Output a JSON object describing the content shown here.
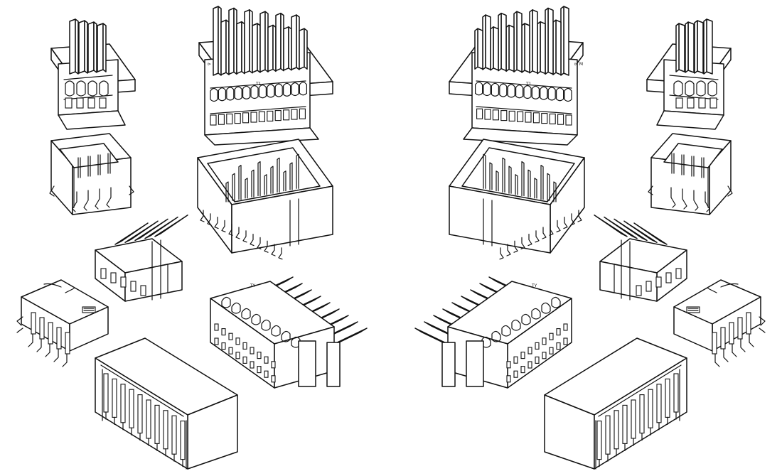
{
  "figure": {
    "background": "#ffffff",
    "line_color": "#111111"
  },
  "connectors": [
    {
      "id": "plug-4pin-left",
      "kind": "wire-to-board plug",
      "pins": 4
    },
    {
      "id": "plug-12pin-left",
      "kind": "wire-to-board plug",
      "pins": 12
    },
    {
      "id": "plug-12pin-right",
      "kind": "wire-to-board plug",
      "pins": 12
    },
    {
      "id": "plug-4pin-right",
      "kind": "wire-to-board plug",
      "pins": 4
    },
    {
      "id": "header-4pin-left",
      "kind": "SMT header",
      "pins": 4
    },
    {
      "id": "header-12pin-left",
      "kind": "SMT header",
      "pins": 12
    },
    {
      "id": "header-12pin-right",
      "kind": "SMT header",
      "pins": 12
    },
    {
      "id": "header-4pin-right",
      "kind": "SMT header",
      "pins": 4
    },
    {
      "id": "receptacle-5pin-left",
      "kind": "crimp receptacle",
      "pins": 5
    },
    {
      "id": "receptacle-5pin-right",
      "kind": "crimp receptacle",
      "pins": 5
    },
    {
      "id": "smt-5pin-left",
      "kind": "right-angle SMT",
      "pins": 5
    },
    {
      "id": "smt-5pin-right",
      "kind": "right-angle SMT",
      "pins": 5
    },
    {
      "id": "housing-18pin-left",
      "kind": "dual-row housing",
      "pins": 18
    },
    {
      "id": "housing-18pin-right",
      "kind": "dual-row housing",
      "pins": 18
    },
    {
      "id": "socket-10pin-left",
      "kind": "board socket",
      "pins": 10
    },
    {
      "id": "socket-10pin-right",
      "kind": "board socket",
      "pins": 10
    }
  ]
}
